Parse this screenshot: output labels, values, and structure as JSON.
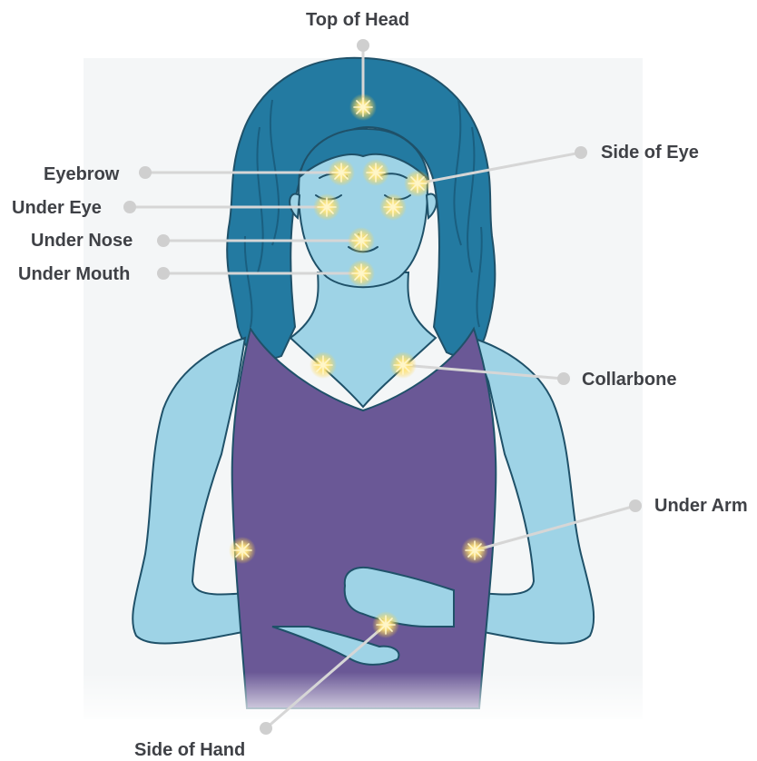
{
  "diagram": {
    "points": [
      {
        "id": "top-of-head",
        "label": "Top of Head"
      },
      {
        "id": "eyebrow",
        "label": "Eyebrow"
      },
      {
        "id": "side-of-eye",
        "label": "Side of Eye"
      },
      {
        "id": "under-eye",
        "label": "Under Eye"
      },
      {
        "id": "under-nose",
        "label": "Under Nose"
      },
      {
        "id": "under-mouth",
        "label": "Under Mouth"
      },
      {
        "id": "collarbone",
        "label": "Collarbone"
      },
      {
        "id": "under-arm",
        "label": "Under Arm"
      },
      {
        "id": "side-of-hand",
        "label": "Side of Hand"
      }
    ]
  },
  "colors": {
    "skin": "#9ed3e6",
    "hair": "#237aa1",
    "hair_dark": "#1a5f80",
    "top": "#6a5896",
    "outline": "#1f5169",
    "backdrop": "#f4f6f7",
    "leader_line": "#d6d6d6",
    "leader_dot": "#cfcfcf",
    "label_text": "#3f4146",
    "glow": "#ffe47a",
    "sparkle": "#fff6c8"
  }
}
